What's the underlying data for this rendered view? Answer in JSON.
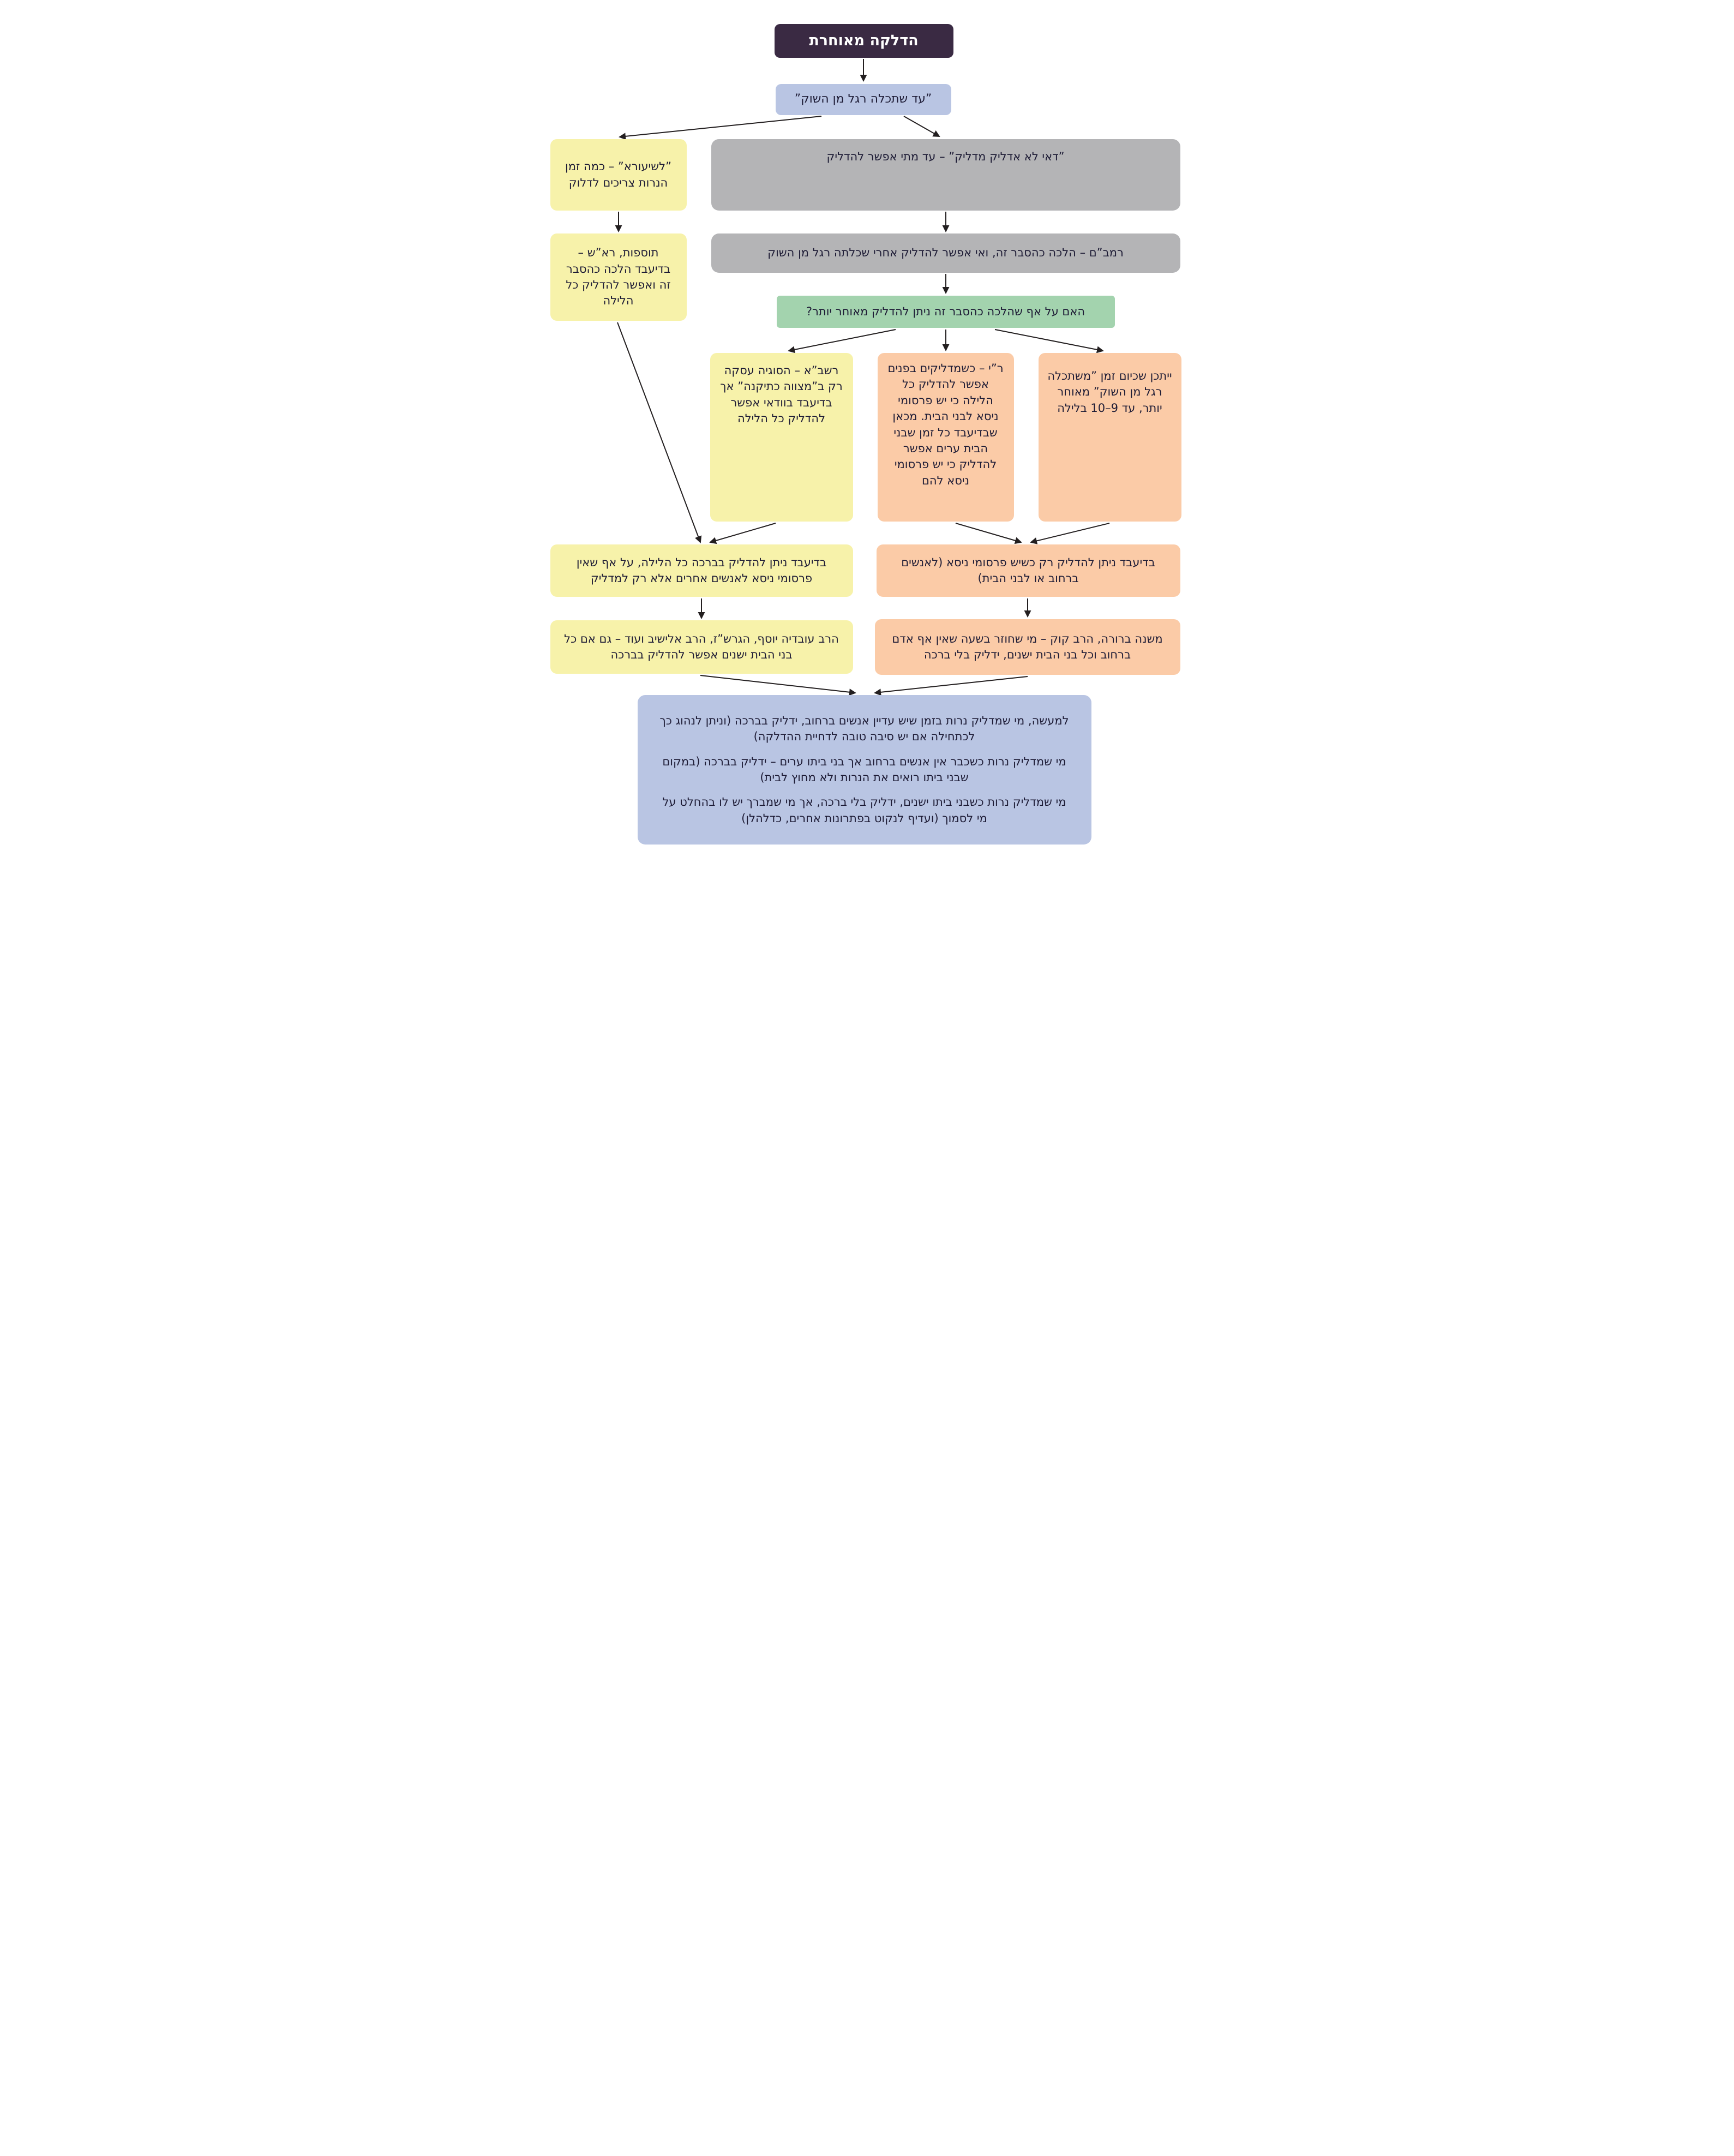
{
  "title": "הדלקה מאוחרת",
  "colors": {
    "title_bg": "#3a2a43",
    "title_text": "#ffffff",
    "blue": "#b9c5e3",
    "yellow": "#f7f2aa",
    "gray": "#b4b4b6",
    "green": "#a3d3ae",
    "orange": "#fbcba7",
    "text": "#1d1b35",
    "arrow": "#231f20"
  },
  "nodes": {
    "gemara": "”עד שתכלה רגל מן השוק”",
    "leshiura": "”לשיעורא” – כמה זמן הנרות צריכים לדלוק",
    "dai_lo_adlik": "”דאי לא אדליק מדליק” – עד מתי אפשר להדליק",
    "tosafot": "תוספות, רא”ש – בדיעבד הלכה כהסבר זה ואפשר להדליק כל הלילה",
    "rambam": "רמב”ם – הלכה כהסבר זה, ואי אפשר להדליק אחרי שכלתה רגל מן השוק",
    "question": "האם על אף שהלכה כהסבר זה ניתן להדליק מאוחר יותר?",
    "rashba": "רשב”א – הסוגיה עסקה רק ב”מצווה כתיקנה” אך בדיעבד בוודאי אפשר להדליק כל הלילה",
    "ri": "ר”י – כשמדליקים בפנים אפשר להדליק כל הלילה כי יש פרסומי ניסא לבני הבית. מכאן שבדיעבד כל זמן שבני הבית ערים אפשר להדליק כי יש פרסומי ניסא להם",
    "later_time": "ייתכן שכיום זמן ”משתכלה רגל מן השוק” מאוחר יותר, עד 9–10 בלילה",
    "bdieved_all_night": "בדיעבד ניתן להדליק בברכה כל הלילה, על אף שאין פרסומי ניסא לאנשים אחרים אלא רק למדליק",
    "bdieved_pirsum": "בדיעבד ניתן להדליק רק כשיש פרסומי ניסא (לאנשים ברחוב או לבני הבית)",
    "rav_ovadia": "הרב עובדיה יוסף, הגרש”ז, הרב אלישיב ועוד – גם אם כל בני הבית ישנים אפשר להדליק בברכה",
    "mishna_brura": "משנה ברורה, הרב קוק – מי שחוזר בשעה שאין אף אדם ברחוב וכל בני הבית ישנים, ידליק בלי ברכה",
    "conclusion_1": "למעשה, מי שמדליק נרות בזמן שיש עדיין אנשים ברחוב, ידליק בברכה (וניתן לנהוג כך לכתחילה אם יש סיבה טובה לדחיית ההדלקה)",
    "conclusion_2": "מי שמדליק נרות כשכבר אין אנשים ברחוב אך בני ביתו ערים – ידליק בברכה (במקום שבני ביתו רואים את הנרות ולא מחוץ לבית)",
    "conclusion_3": "מי שמדליק נרות כשבני ביתו ישנים, ידליק בלי ברכה, אך מי שמברך יש לו בהחלט על מי לסמוך (ועדיף לנקוט בפתרונות אחרים, כדלהלן)"
  }
}
